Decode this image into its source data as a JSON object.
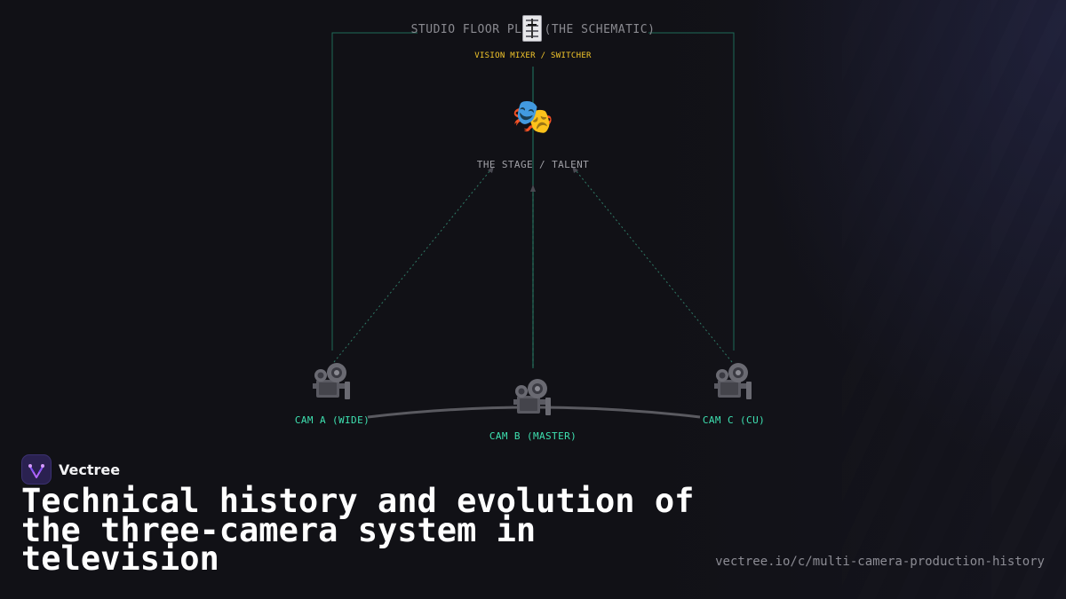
{
  "schematic": {
    "title": "STUDIO FLOOR PLAN (THE SCHEMATIC)",
    "mixer": {
      "label": "VISION MIXER / SWITCHER",
      "icon": "control-knobs-icon"
    },
    "stage": {
      "label": "THE STAGE / TALENT",
      "icon": "performing-arts-icon"
    },
    "cameras": [
      {
        "label": "CAM A (WIDE)",
        "icon": "movie-camera-icon"
      },
      {
        "label": "CAM B (MASTER)",
        "icon": "movie-camera-icon"
      },
      {
        "label": "CAM C (CU)",
        "icon": "movie-camera-icon"
      }
    ],
    "colors": {
      "cable": "#1f6b58",
      "sightline": "#2f7a66",
      "arc": "#5a5a60",
      "mixer_label": "#f3c62b",
      "camera_label": "#3ee0b0"
    }
  },
  "brand": {
    "name": "Vectree",
    "icon": "vectree-logo-icon"
  },
  "headline": "Technical history and evolution of the three-camera system in television",
  "url": "vectree.io/c/multi-camera-production-history"
}
